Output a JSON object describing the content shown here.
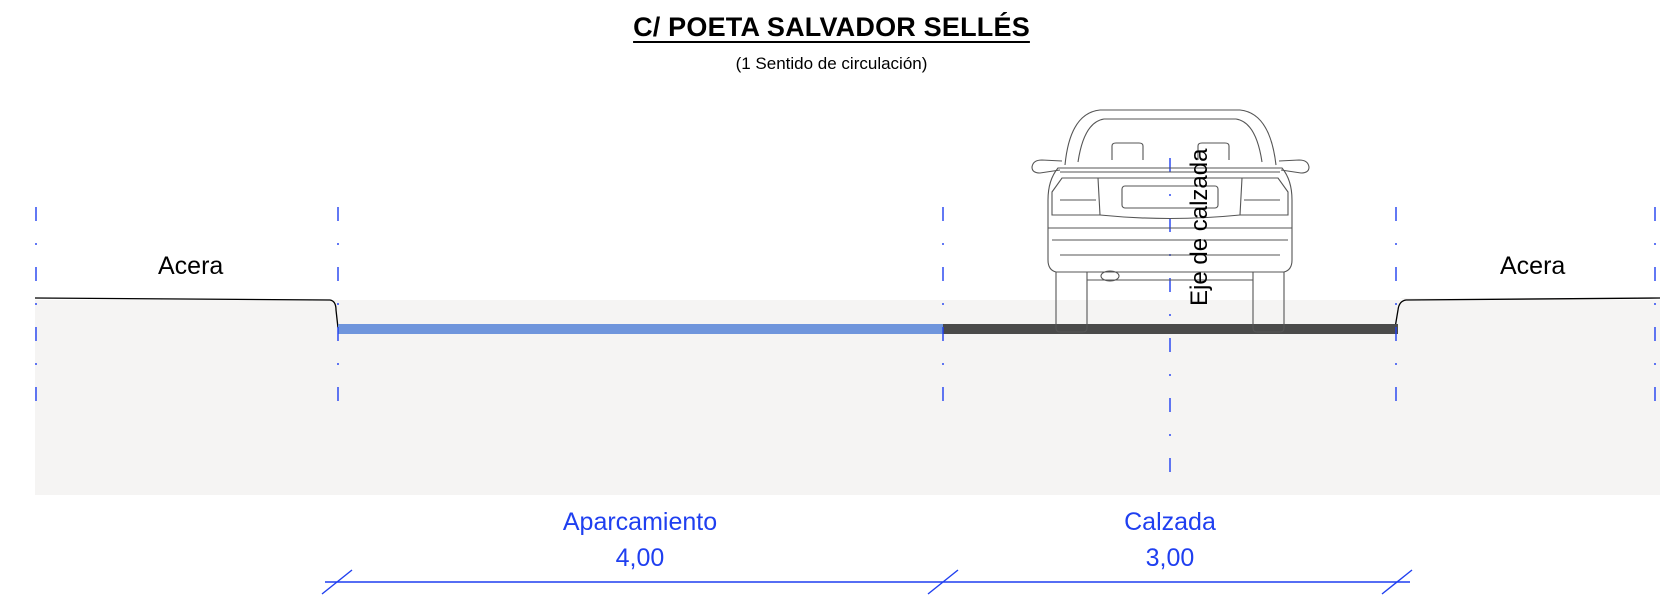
{
  "title": "C/ POETA SALVADOR SELLÉS",
  "subtitle": "(1 Sentido de circulación)",
  "labels": {
    "acera_left": "Acera",
    "acera_right": "Acera",
    "axis": "Eje de calzada"
  },
  "dimensions": [
    {
      "name": "Aparcamiento",
      "value": "4,00"
    },
    {
      "name": "Calzada",
      "value": "3,00"
    }
  ],
  "colors": {
    "parking_lane": "#6f95dc",
    "roadway": "#4a4a4a",
    "axis_lines": "#1f3ff0",
    "dimension_text": "#1f3ff0",
    "ground": "#f5f4f3"
  }
}
